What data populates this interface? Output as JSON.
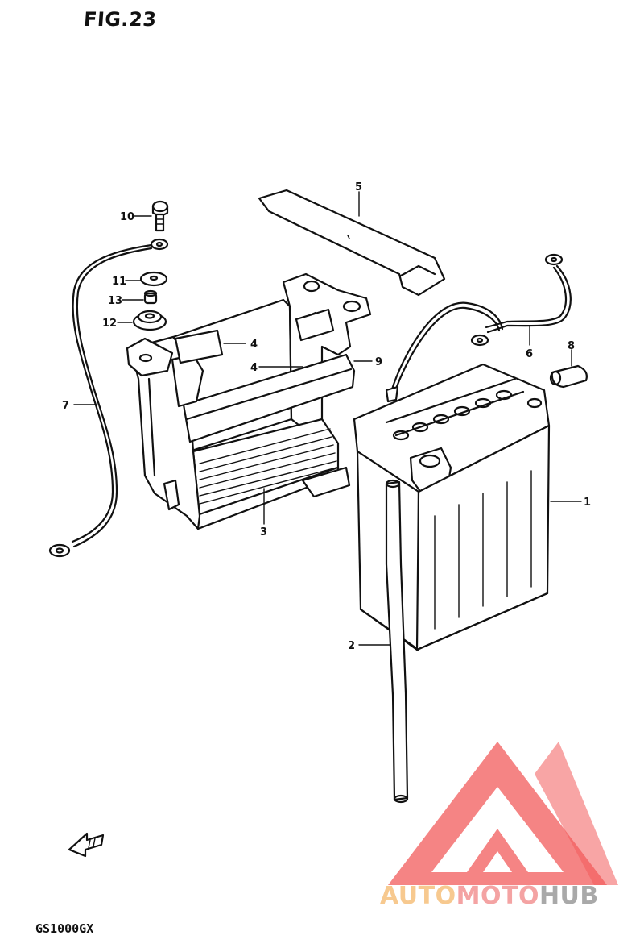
{
  "figure": {
    "title": "FIG.23",
    "model_code": "GS1000GX"
  },
  "callouts": [
    {
      "id": "c10",
      "label": "10"
    },
    {
      "id": "c11",
      "label": "11"
    },
    {
      "id": "c13",
      "label": "13"
    },
    {
      "id": "c12",
      "label": "12"
    },
    {
      "id": "c7",
      "label": "7"
    },
    {
      "id": "c4a",
      "label": "4"
    },
    {
      "id": "c4b",
      "label": "4"
    },
    {
      "id": "c9",
      "label": "9"
    },
    {
      "id": "c3",
      "label": "3"
    },
    {
      "id": "c5",
      "label": "5"
    },
    {
      "id": "c6",
      "label": "6"
    },
    {
      "id": "c8",
      "label": "8"
    },
    {
      "id": "c1",
      "label": "1"
    },
    {
      "id": "c2",
      "label": "2"
    }
  ],
  "watermark": {
    "part1": "AUTO",
    "part2": "MOTO",
    "part3": "HUB",
    "colors": {
      "auto": "#f7c98f",
      "moto": "#f4a3a3",
      "hub": "#a9a9a9",
      "triangle": "#f25b5b"
    }
  }
}
